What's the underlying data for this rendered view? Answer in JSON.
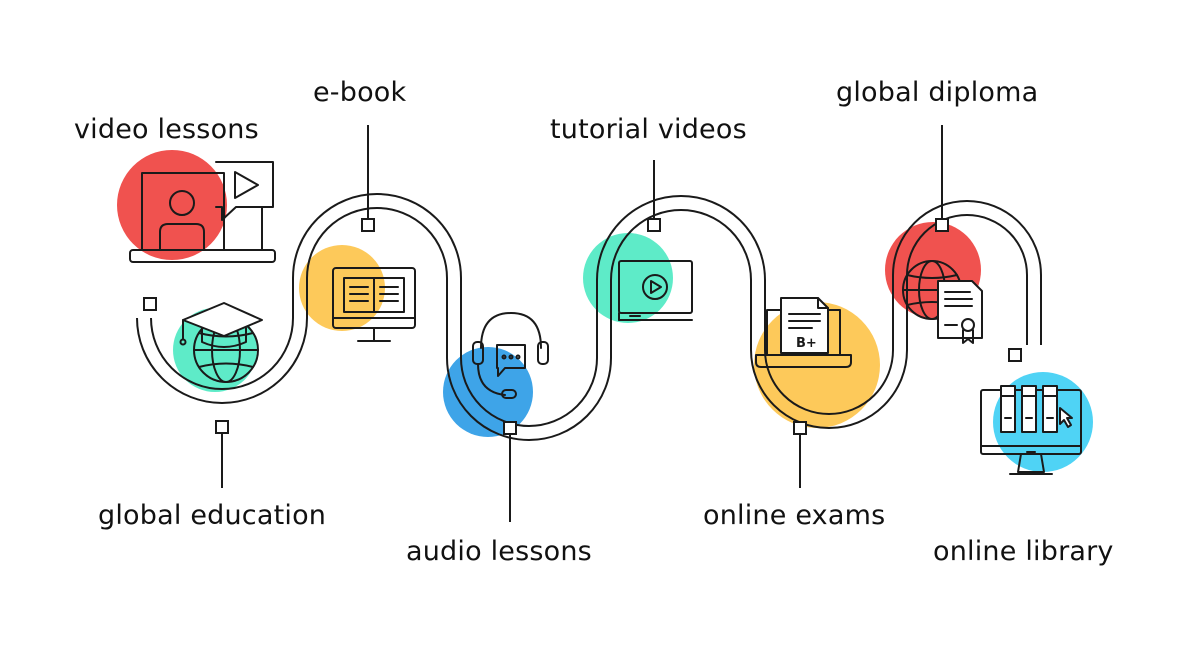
{
  "steps": [
    {
      "label": "video lessons",
      "icon": "video-lesson-icon",
      "color": "#F0524F"
    },
    {
      "label": "global education",
      "icon": "graduation-globe-icon",
      "color": "#5EEBC8"
    },
    {
      "label": "e-book",
      "icon": "ebook-icon",
      "color": "#FDC95A"
    },
    {
      "label": "audio lessons",
      "icon": "headset-chat-icon",
      "color": "#3EA4E8"
    },
    {
      "label": "tutorial videos",
      "icon": "video-player-icon",
      "color": "#5EEBC8"
    },
    {
      "label": "online exams",
      "icon": "laptop-exam-icon",
      "color": "#FDC95A",
      "grade": "B+"
    },
    {
      "label": "global diploma",
      "icon": "globe-diploma-icon",
      "color": "#F0524F"
    },
    {
      "label": "online library",
      "icon": "computer-library-icon",
      "color": "#4FD3F5"
    }
  ]
}
